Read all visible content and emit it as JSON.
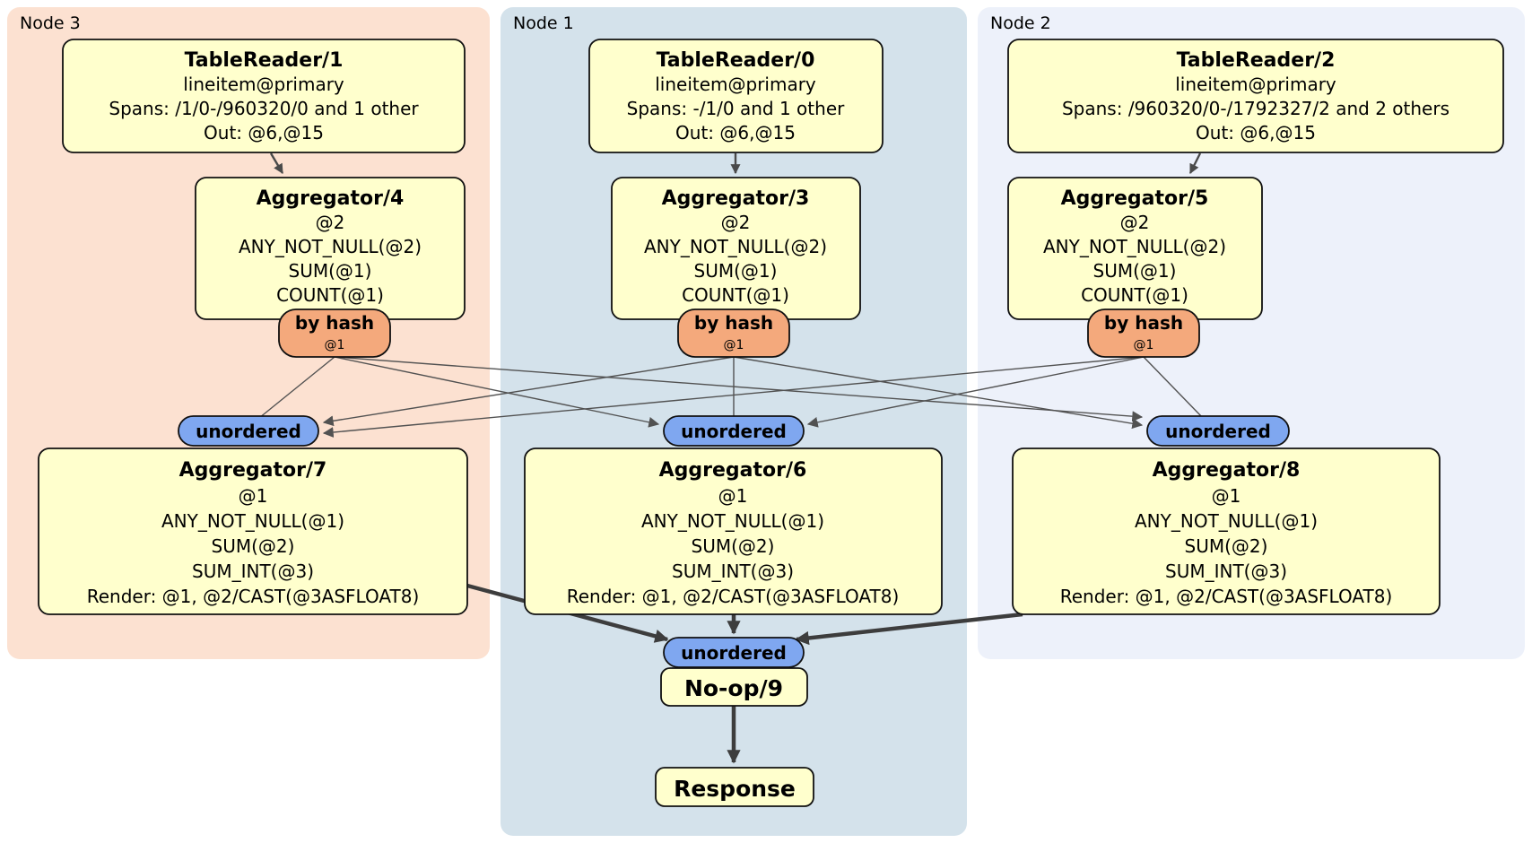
{
  "colors": {
    "region_node3": "#fce1d1",
    "region_node1": "#d4e2eb",
    "region_node2": "#edf1fa",
    "box_fill": "#ffffcd",
    "router_fill": "#f4a97c",
    "sync_fill": "#7fa7f0",
    "edge_thin": "#525252",
    "edge_thick": "#3d3d3d"
  },
  "regions": [
    {
      "label": "Node 3"
    },
    {
      "label": "Node 1"
    },
    {
      "label": "Node 2"
    }
  ],
  "router": {
    "label": "by hash",
    "key": "@1"
  },
  "sync": {
    "label": "unordered"
  },
  "p": {
    "tr1": {
      "title": "TableReader/1",
      "lines": [
        "lineitem@primary",
        "Spans: /1/0-/960320/0 and 1 other",
        "Out: @6,@15"
      ]
    },
    "tr0": {
      "title": "TableReader/0",
      "lines": [
        "lineitem@primary",
        "Spans: -/1/0 and 1 other",
        "Out: @6,@15"
      ]
    },
    "tr2": {
      "title": "TableReader/2",
      "lines": [
        "lineitem@primary",
        "Spans: /960320/0-/1792327/2 and 2 others",
        "Out: @6,@15"
      ]
    },
    "agg4": {
      "title": "Aggregator/4",
      "lines": [
        "@2",
        "ANY_NOT_NULL(@2)",
        "SUM(@1)",
        "COUNT(@1)"
      ]
    },
    "agg3": {
      "title": "Aggregator/3",
      "lines": [
        "@2",
        "ANY_NOT_NULL(@2)",
        "SUM(@1)",
        "COUNT(@1)"
      ]
    },
    "agg5": {
      "title": "Aggregator/5",
      "lines": [
        "@2",
        "ANY_NOT_NULL(@2)",
        "SUM(@1)",
        "COUNT(@1)"
      ]
    },
    "agg7": {
      "title": "Aggregator/7",
      "lines": [
        "@1",
        "ANY_NOT_NULL(@1)",
        "SUM(@2)",
        "SUM_INT(@3)",
        "Render: @1, @2/CAST(@3ASFLOAT8)"
      ]
    },
    "agg6": {
      "title": "Aggregator/6",
      "lines": [
        "@1",
        "ANY_NOT_NULL(@1)",
        "SUM(@2)",
        "SUM_INT(@3)",
        "Render: @1, @2/CAST(@3ASFLOAT8)"
      ]
    },
    "agg8": {
      "title": "Aggregator/8",
      "lines": [
        "@1",
        "ANY_NOT_NULL(@1)",
        "SUM(@2)",
        "SUM_INT(@3)",
        "Render: @1, @2/CAST(@3ASFLOAT8)"
      ]
    },
    "noop": {
      "title": "No-op/9"
    },
    "response": {
      "title": "Response"
    }
  }
}
